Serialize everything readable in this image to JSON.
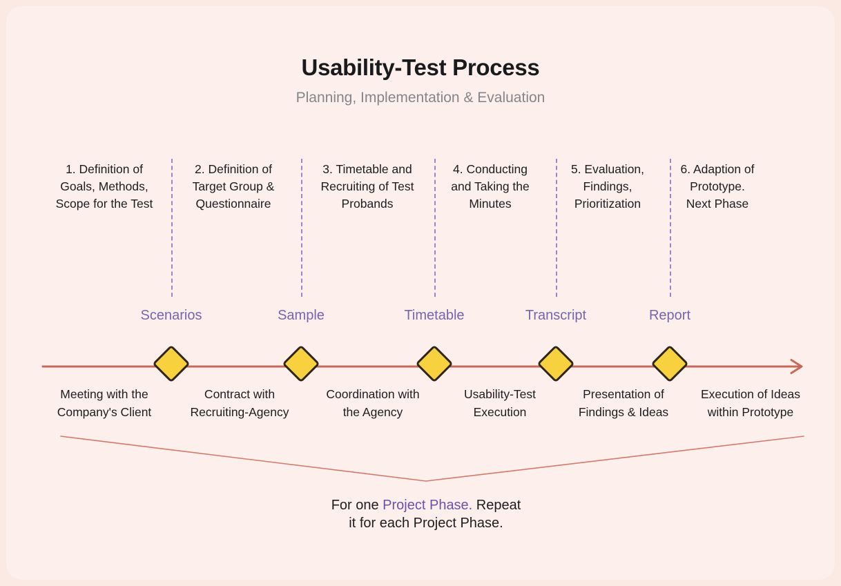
{
  "colors": {
    "bg": "#fbe9e4",
    "card": "#fdefeb",
    "title": "#1a1a1c",
    "subtitle": "#85858a",
    "text": "#1d1d1f",
    "purple": "#7765b1",
    "dash": "#9a85c6",
    "captionAccent": "#6d51ab",
    "timeline": "#c9685a",
    "funnel": "#d6796c",
    "diamondFill": "#f7d23e",
    "diamondStroke": "#2f2618"
  },
  "header": {
    "title": "Usability-Test Process",
    "subtitle": "Planning, Implementation & Evaluation"
  },
  "phases": [
    {
      "lines": [
        [
          {
            "t": "1. Definition of"
          }
        ],
        [
          {
            "t": "Goals, Methods,",
            "b": true
          }
        ],
        [
          {
            "t": "Scope",
            "b": true
          },
          {
            "t": " for the Test"
          }
        ]
      ]
    },
    {
      "lines": [
        [
          {
            "t": "2. Definition of"
          }
        ],
        [
          {
            "t": "Target Group &",
            "b": true
          }
        ],
        [
          {
            "t": "Questionnaire",
            "b": true
          }
        ]
      ]
    },
    {
      "lines": [
        [
          {
            "t": "3. Timetable",
            "b": true
          },
          {
            "t": " and"
          }
        ],
        [
          {
            "t": "Recruiting",
            "b": true
          },
          {
            "t": " of Test"
          }
        ],
        [
          {
            "t": "Probands"
          }
        ]
      ]
    },
    {
      "lines": [
        [
          {
            "t": "4. Conducting",
            "b": true
          }
        ],
        [
          {
            "t": "and Taking the"
          }
        ],
        [
          {
            "t": "Minutes"
          }
        ]
      ]
    },
    {
      "lines": [
        [
          {
            "t": "5. Evaluation,",
            "b": true
          }
        ],
        [
          {
            "t": "Findings,"
          }
        ],
        [
          {
            "t": "Prioritization"
          }
        ]
      ]
    },
    {
      "lines": [
        [
          {
            "t": "6. Adaption",
            "b": true
          },
          {
            "t": " of"
          }
        ],
        [
          {
            "t": "Prototype."
          }
        ],
        [
          {
            "t": "Next Phase"
          }
        ]
      ]
    }
  ],
  "milestones": [
    "Scenarios",
    "Sample",
    "Timetable",
    "Transcript",
    "Report"
  ],
  "timeline_items": [
    {
      "lines": [
        [
          {
            "t": "Meeting",
            "b": true
          },
          {
            "t": " with the"
          }
        ],
        [
          {
            "t": "Company's Client"
          }
        ]
      ]
    },
    {
      "lines": [
        [
          {
            "t": "Contract with"
          }
        ],
        [
          {
            "t": "Recruiting-Agency",
            "b": true
          }
        ]
      ]
    },
    {
      "lines": [
        [
          {
            "t": "Coordination",
            "b": true
          },
          {
            "t": " with"
          }
        ],
        [
          {
            "t": "the Agency"
          }
        ]
      ]
    },
    {
      "lines": [
        [
          {
            "t": "Usability-Test"
          }
        ],
        [
          {
            "t": "Execution",
            "b": true
          }
        ]
      ]
    },
    {
      "lines": [
        [
          {
            "t": "Presentation",
            "b": true
          },
          {
            "t": " of"
          }
        ],
        [
          {
            "t": "Findings & Ideas"
          }
        ]
      ]
    },
    {
      "lines": [
        [
          {
            "t": "Execution of Ideas"
          }
        ],
        [
          {
            "t": "within "
          },
          {
            "t": "Prototype",
            "b": true
          }
        ]
      ]
    }
  ],
  "caption": {
    "lines": [
      [
        {
          "t": "For one "
        },
        {
          "t": "Project Phase.",
          "b": true,
          "c": "captionAccent"
        },
        {
          "t": " Repeat"
        }
      ],
      [
        {
          "t": "it for each Project Phase."
        }
      ]
    ]
  }
}
